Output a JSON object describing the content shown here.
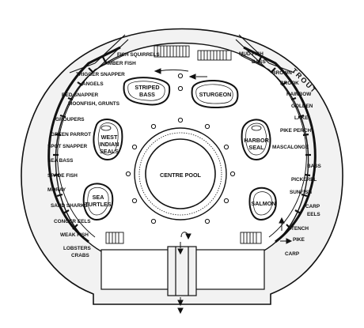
{
  "diagram": {
    "left_tanks": [
      "FISH SQUIRRELS",
      "AMBER FISH",
      "TRIGGER SNAPPER",
      "ANGELS",
      "RED SNAPPER",
      "MOONFISH, GRUNTS",
      "GROUPERS",
      "GREEN PARROT",
      "SPOT SNAPPER",
      "SEA BASS",
      "SPADE FISH",
      "MORAY",
      "SAND SHARKS",
      "CONGER EELS",
      "WEAK FISH",
      "LOBSTERS",
      "CRABS"
    ],
    "right_tanks": [
      "MUD FISH",
      "BASS",
      "BROWN",
      "BROOK",
      "RAINBOW",
      "GOLDEN",
      "LAKE",
      "PIKE PERCH",
      "MASCALONGE",
      "BASS",
      "PICKEREL",
      "SUNFISH",
      "CARP",
      "EELS",
      "TENCH",
      "PIKE",
      "CARP"
    ],
    "trout_label": "TROUT",
    "pools": {
      "striped_bass": [
        "STRIPED",
        "BASS"
      ],
      "sturgeon": [
        "STURGEON"
      ],
      "west_indian_seals": [
        "WEST",
        "INDIAN",
        "SEALS"
      ],
      "harbor_seal": [
        "HARBOR",
        "SEAL"
      ],
      "sea_turtles": [
        "SEA",
        "TURTLES"
      ],
      "salmon": [
        "SALMON"
      ],
      "centre_pool": [
        "CENTRE POOL"
      ]
    },
    "colors": {
      "ink": "#111111",
      "paper": "#ffffff",
      "wall": "#f2f2f2"
    }
  }
}
